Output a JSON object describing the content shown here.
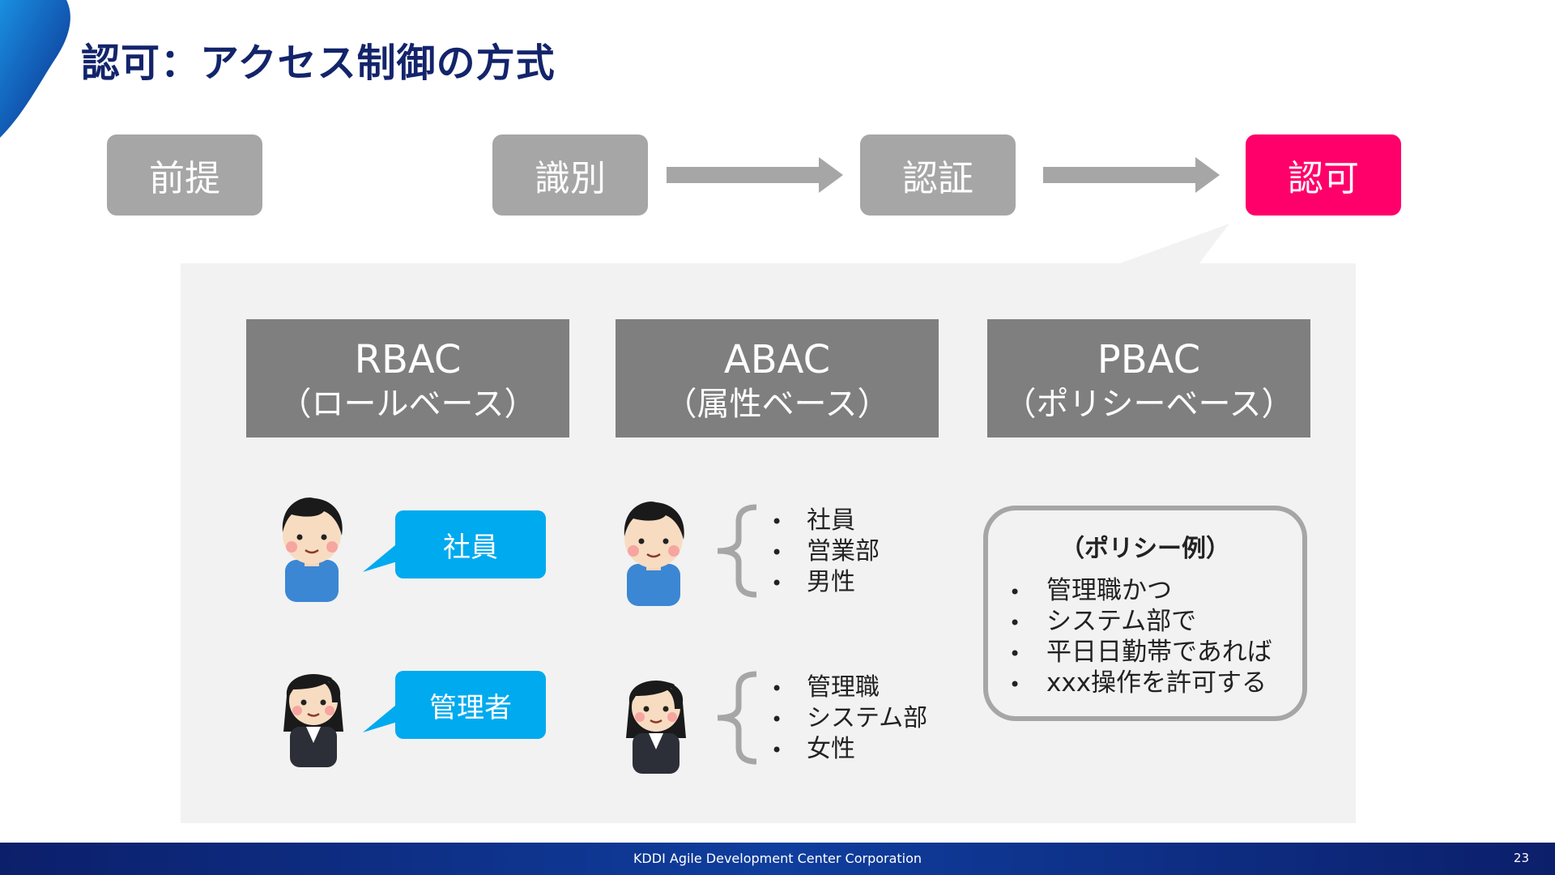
{
  "title": "認可：アクセス制御の方式",
  "flow": {
    "premise": "前提",
    "steps": [
      "識別",
      "認証",
      "認可"
    ],
    "active_step": "認可"
  },
  "types": [
    {
      "name": "RBAC",
      "desc": "（ロールベース）"
    },
    {
      "name": "ABAC",
      "desc": "（属性ベース）"
    },
    {
      "name": "PBAC",
      "desc": "（ポリシーベース）"
    }
  ],
  "rbac": {
    "male_role": "社員",
    "female_role": "管理者"
  },
  "abac": {
    "male_attributes": [
      "社員",
      "営業部",
      "男性"
    ],
    "female_attributes": [
      "管理職",
      "システム部",
      "女性"
    ]
  },
  "pbac": {
    "policy_title": "（ポリシー例）",
    "policy_items": [
      "管理職かつ",
      "システム部で",
      "平日日勤帯であれば",
      "xxx操作を許可する"
    ]
  },
  "footer": {
    "company": "KDDI Agile Development Center Corporation",
    "page": "23"
  },
  "colors": {
    "title": "#13246b",
    "active": "#ff006a",
    "inactive": "#a6a6a6",
    "bubble": "#00aaee",
    "type_box": "#7f7f7f",
    "panel": "#f2f2f2"
  }
}
